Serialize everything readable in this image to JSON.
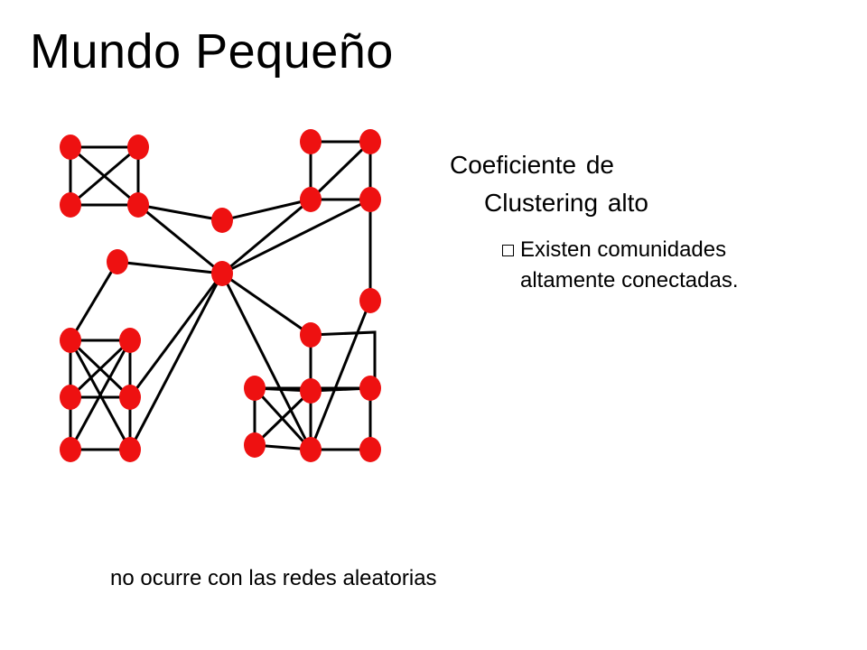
{
  "slide": {
    "title": "Mundo Pequeño",
    "bullet": {
      "line1": "Coeficiente de",
      "line2": "Clustering alto"
    },
    "sub_bullet": {
      "line1": "Existen comunidades",
      "line2": "altamente conectadas."
    },
    "footnote": "no ocurre con las redes aleatorias"
  },
  "graph": {
    "node_color": "#ee1111",
    "edge_color": "#000000",
    "nodes": [
      {
        "id": "a1"
      },
      {
        "id": "a2"
      },
      {
        "id": "a3"
      },
      {
        "id": "a4"
      },
      {
        "id": "b1"
      },
      {
        "id": "b2"
      },
      {
        "id": "b3"
      },
      {
        "id": "b4"
      },
      {
        "id": "h1"
      },
      {
        "id": "h2"
      },
      {
        "id": "c0"
      },
      {
        "id": "c1"
      },
      {
        "id": "c2"
      },
      {
        "id": "c3"
      },
      {
        "id": "c4"
      },
      {
        "id": "c5"
      },
      {
        "id": "c6"
      },
      {
        "id": "d0"
      },
      {
        "id": "dt"
      },
      {
        "id": "d1"
      },
      {
        "id": "d2"
      },
      {
        "id": "d3"
      },
      {
        "id": "d4"
      },
      {
        "id": "d5"
      },
      {
        "id": "d6"
      }
    ],
    "edges": [
      [
        "a1",
        "a2"
      ],
      [
        "a1",
        "a3"
      ],
      [
        "a1",
        "a4"
      ],
      [
        "a2",
        "a3"
      ],
      [
        "a2",
        "a4"
      ],
      [
        "a3",
        "a4"
      ],
      [
        "b1",
        "b2"
      ],
      [
        "b1",
        "b3"
      ],
      [
        "b2",
        "b3"
      ],
      [
        "b2",
        "b4"
      ],
      [
        "b3",
        "b4"
      ],
      [
        "b4",
        "d0"
      ],
      [
        "a4",
        "h1"
      ],
      [
        "h1",
        "b3"
      ],
      [
        "a4",
        "h2"
      ],
      [
        "h2",
        "b3"
      ],
      [
        "h2",
        "b4"
      ],
      [
        "c0",
        "h2"
      ],
      [
        "c0",
        "c1"
      ],
      [
        "h2",
        "c4"
      ],
      [
        "h2",
        "c6"
      ],
      [
        "h2",
        "dt"
      ],
      [
        "h2",
        "d5"
      ],
      [
        "c1",
        "c2"
      ],
      [
        "c1",
        "c3"
      ],
      [
        "c1",
        "c4"
      ],
      [
        "c1",
        "c6"
      ],
      [
        "c2",
        "c3"
      ],
      [
        "c2",
        "c4"
      ],
      [
        "c2",
        "c5"
      ],
      [
        "c3",
        "c4"
      ],
      [
        "c3",
        "c5"
      ],
      [
        "c4",
        "c6"
      ],
      [
        "c5",
        "c6"
      ],
      [
        "dt",
        "d2"
      ],
      [
        "dt",
        "d5"
      ],
      [
        "d1",
        "d2"
      ],
      [
        "d1",
        "d3"
      ],
      [
        "d1",
        "d4"
      ],
      [
        "d1",
        "d5"
      ],
      [
        "d2",
        "d3"
      ],
      [
        "d2",
        "d4"
      ],
      [
        "d2",
        "d5"
      ],
      [
        "d3",
        "d6"
      ],
      [
        "d4",
        "d5"
      ],
      [
        "d5",
        "d6"
      ],
      [
        "d0",
        "d5"
      ]
    ]
  }
}
